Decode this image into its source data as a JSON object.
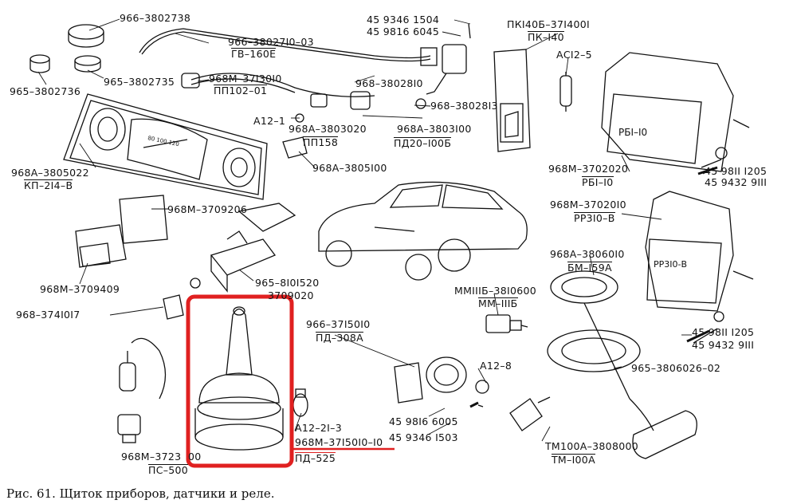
{
  "caption": "Рис. 61. Щиток приборов, датчики и реле.",
  "labels": {
    "l_9663802738": "966–3802738",
    "l_96538027103": "966–38027I0–03",
    "l_gv160e": "ГВ–160Е",
    "l_9653802736": "965–3802736",
    "l_9653802735": "965–3802735",
    "l_968m3713010": "968М–37I30I0",
    "l_pp10201": "ПП102–01",
    "l_a121": "А12–1",
    "l_968a3803020": "968А–3803020",
    "l_pp158": "ПП158",
    "l_9683802810": "968–38028I0",
    "l_9683802813": "968–38028I3",
    "l_968a3803100": "968А–3803I00",
    "l_pd20100b": "ПД20–I00Б",
    "l_4593461504": "45 9346 1504",
    "l_4598166045": "45 9816 6045",
    "l_pk140b": "ПКI40Б–37I400I",
    "l_pk140": "ПК–I40",
    "l_ac125": "АСI2–5",
    "l_968a3805022": "968А–3805022",
    "l_kp214v": "КП–2I4–В",
    "l_968a3805100": "968А–3805I00",
    "l_968m3702020": "968М–3702020",
    "l_rb10": "РБI–I0",
    "l_459811205a": "45 98II I205",
    "l_459432911a": "45 9432 9III",
    "l_968m3709206": "968М–3709206",
    "l_968m3702010": "968М–37020I0",
    "l_rr310v": "РР3I0–В",
    "l_968a3806010": "968А–38060I0",
    "l_bm159a": "БМ–I59А",
    "l_9658101520": "965–8I0I520",
    "l_3709020": "3709020",
    "l_968m3709409": "968М–3709409",
    "l_9683741017": "968–374I0I7",
    "l_mm111b3810600": "ММIIIБ–38I0600",
    "l_mm111b": "ММ–IIIБ",
    "l_9663715010": "966–37I50I0",
    "l_pd308a": "ПД–308А",
    "l_459811205b": "45 98II I205",
    "l_459432911b": "45 9432 9III",
    "l_a128": "А12–8",
    "l_965380602602": "965–3806026–02",
    "l_4598166005": "45 98I6 6005",
    "l_4593461503": "45 9346 I503",
    "l_a12213": "А12–2I–3",
    "l_968m371501010": "968М–37I50I0–I0",
    "l_pd525": "ПД–525",
    "l_968m3723": "968М–3723",
    "l_0part": "00",
    "l_ps500": "ПС–500",
    "l_tm100a3808000": "ТМ100А–3808000",
    "l_tm100a": "ТМ–I00А"
  },
  "part_text": {
    "relay_rb": "РБI–I0",
    "relay_rr": "РР3I0-В",
    "gauge_nums": "80 100 120"
  },
  "highlight": {
    "color": "#e02020",
    "underline_label": "968М–37I50I0–I0"
  }
}
